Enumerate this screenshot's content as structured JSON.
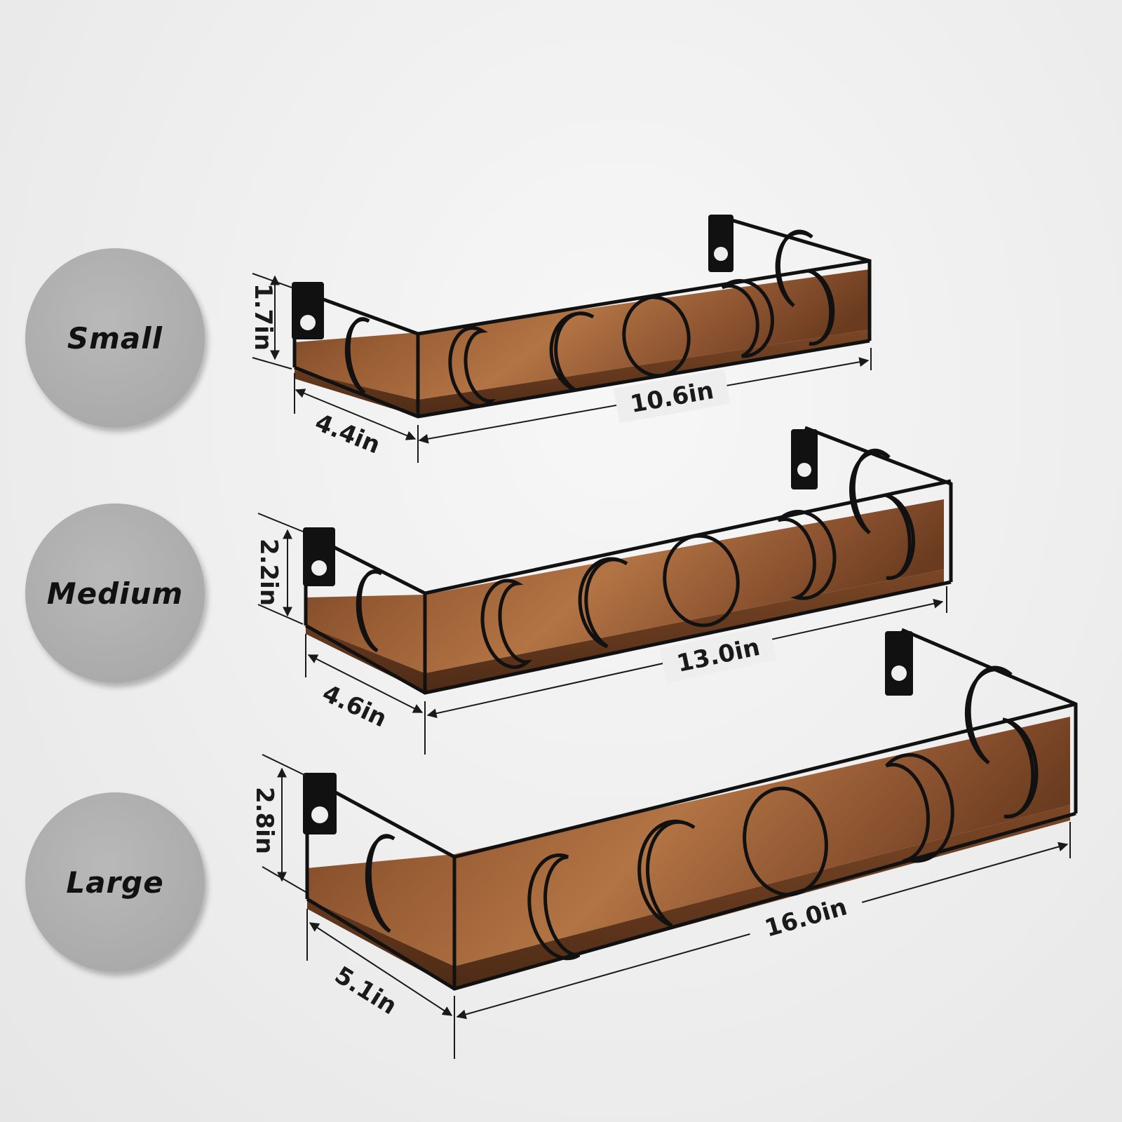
{
  "sizes": [
    {
      "name": "Small",
      "width": "10.6in",
      "depth": "4.4in",
      "height": "1.7in"
    },
    {
      "name": "Medium",
      "width": "13.0in",
      "depth": "4.6in",
      "height": "2.2in"
    },
    {
      "name": "Large",
      "width": "16.0in",
      "depth": "5.1in",
      "height": "2.8in"
    }
  ],
  "colors": {
    "wood": "#8a5230",
    "metal": "#111111",
    "badge": "#adadad"
  },
  "decor_icons": [
    "crescent-moon-icon",
    "full-moon-icon",
    "mounting-bracket-icon"
  ]
}
